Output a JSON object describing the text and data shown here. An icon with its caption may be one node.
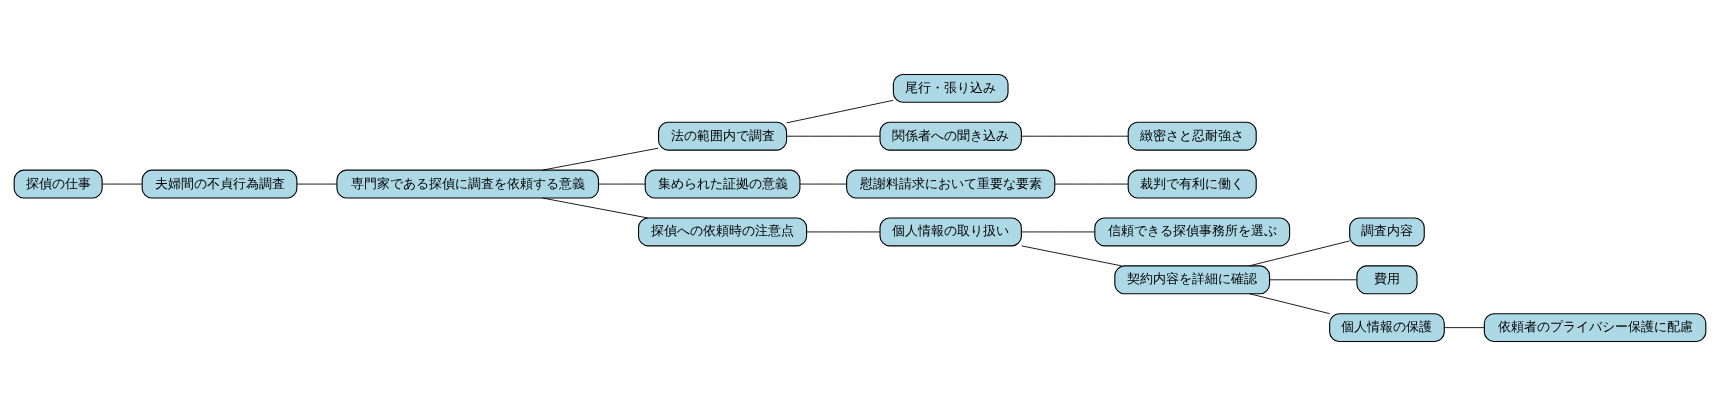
{
  "diagram": {
    "nodes": [
      {
        "text": [
          "探偵の仕事"
        ]
      },
      {
        "text": [
          "夫婦間の不貞行為調査"
        ]
      },
      {
        "text": [
          "専門家である探偵に調査を依頼する意義"
        ]
      },
      {
        "text": [
          "法の範囲内で調査"
        ]
      },
      {
        "text": [
          "尾行・張り込み"
        ]
      },
      {
        "text": [
          "関係者への聞き込み"
        ]
      },
      {
        "text": [
          "緻密さと忍耐強さ"
        ]
      },
      {
        "text": [
          "集められた証拠の意義"
        ]
      },
      {
        "text": [
          "慰謝料請求において重要な要素"
        ]
      },
      {
        "text": [
          "裁判で有利に働く"
        ]
      },
      {
        "text": [
          "探偵への依頼時の注意点"
        ]
      },
      {
        "text": [
          "個人情報の取り扱い"
        ]
      },
      {
        "text": [
          "信頼できる探偵事務所を選ぶ"
        ]
      },
      {
        "text": [
          "契約内容を詳細に確認"
        ]
      },
      {
        "text": [
          "調査内容"
        ]
      },
      {
        "text": [
          "費用"
        ]
      },
      {
        "text": [
          "個人情報の保護"
        ]
      },
      {
        "text": [
          "依頼者のプライバシー保護に配慮"
        ]
      }
    ],
    "edges": [
      {
        "from": 0,
        "to": 1,
        "arrow": "none"
      },
      {
        "from": 1,
        "to": 2,
        "arrow": "none"
      },
      {
        "from": 2,
        "to": 3,
        "arrow": "none"
      },
      {
        "from": 3,
        "to": 4,
        "arrow": "none"
      },
      {
        "from": 3,
        "to": 5,
        "arrow": "none"
      },
      {
        "from": 5,
        "to": 6,
        "arrow": "none"
      },
      {
        "from": 2,
        "to": 7,
        "arrow": "none"
      },
      {
        "from": 7,
        "to": 8,
        "arrow": "none"
      },
      {
        "from": 8,
        "to": 9,
        "arrow": "none"
      },
      {
        "from": 2,
        "to": 10,
        "arrow": "none"
      },
      {
        "from": 10,
        "to": 11,
        "arrow": "none"
      },
      {
        "from": 11,
        "to": 12,
        "arrow": "none"
      },
      {
        "from": 11,
        "to": 13,
        "arrow": "none"
      },
      {
        "from": 13,
        "to": 14,
        "arrow": "none"
      },
      {
        "from": 13,
        "to": 15,
        "arrow": "none"
      },
      {
        "from": 13,
        "to": 16,
        "arrow": "none"
      },
      {
        "from": 16,
        "to": 17,
        "arrow": "none"
      }
    ]
  }
}
